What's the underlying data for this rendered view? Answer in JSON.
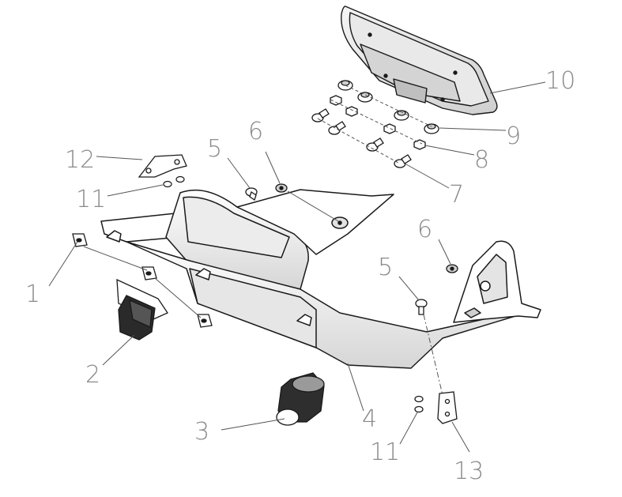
{
  "diagram": {
    "type": "exploded-parts-view",
    "colors": {
      "line": "#1a1a1a",
      "fill": "#ffffff",
      "shade": "#d9d9d9",
      "leader": "#666666",
      "label": "#8a8a8a"
    },
    "callouts": [
      {
        "id": "c1",
        "label": "1"
      },
      {
        "id": "c2",
        "label": "2"
      },
      {
        "id": "c3",
        "label": "3"
      },
      {
        "id": "c4",
        "label": "4"
      },
      {
        "id": "c5a",
        "label": "5"
      },
      {
        "id": "c5b",
        "label": "5"
      },
      {
        "id": "c6a",
        "label": "6"
      },
      {
        "id": "c6b",
        "label": "6"
      },
      {
        "id": "c7",
        "label": "7"
      },
      {
        "id": "c8",
        "label": "8"
      },
      {
        "id": "c9",
        "label": "9"
      },
      {
        "id": "c10",
        "label": "10"
      },
      {
        "id": "c11a",
        "label": "11"
      },
      {
        "id": "c11b",
        "label": "11"
      },
      {
        "id": "c12",
        "label": "12"
      },
      {
        "id": "c13",
        "label": "13"
      }
    ]
  }
}
